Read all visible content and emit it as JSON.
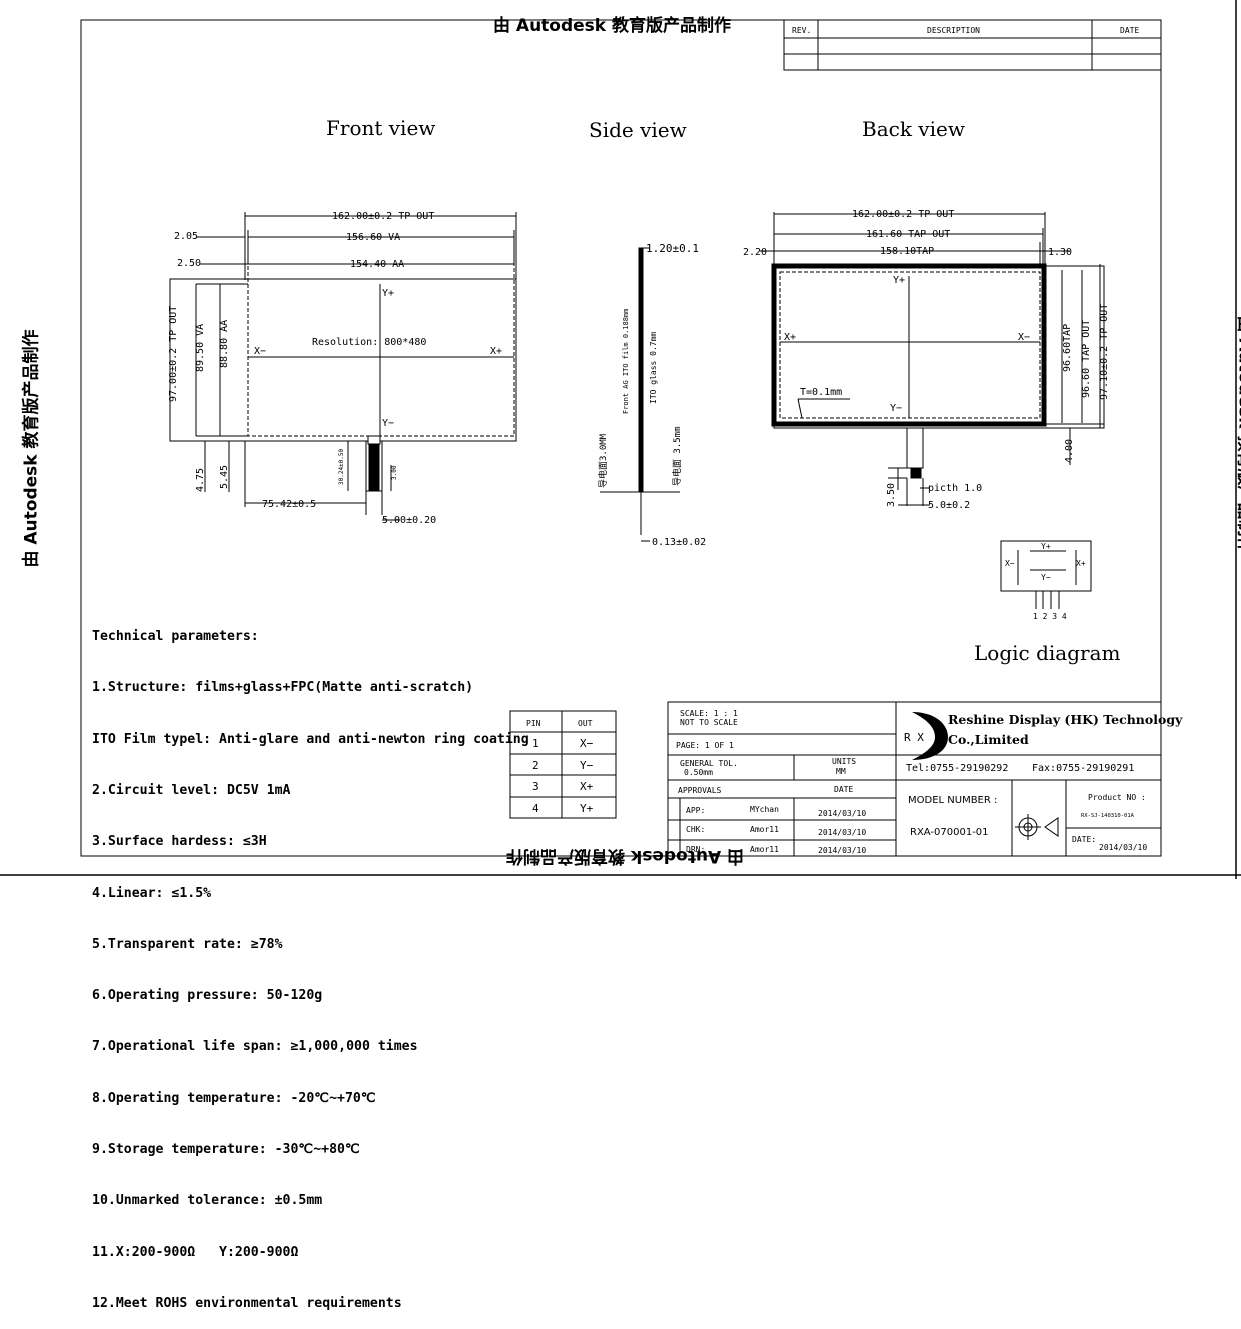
{
  "watermark": "由 Autodesk 教育版产品制作",
  "revision_table": {
    "headers": [
      "REV.",
      "DESCRIPTION",
      "DATE"
    ]
  },
  "views": {
    "front": "Front view",
    "side": "Side view",
    "back": "Back view",
    "logic": "Logic diagram"
  },
  "front_dims": {
    "tp_out_w": "162.00±0.2 TP OUT",
    "va_w": "156.60 VA",
    "aa_w": "154.40 AA",
    "left_va": "2.05",
    "left_aa": "2.50",
    "tp_out_h": "97.00±0.2 TP OUT",
    "va_h": "89.50 VA",
    "aa_h": "88.80 AA",
    "bot_1": "4.75",
    "bot_2": "5.45",
    "fpc_pos": "75.42±0.5",
    "fpc_w": "5.00±0.20",
    "fpc_len": "30.24±0.50",
    "fpc_small": "3.00",
    "resolution": "Resolution: 800*480",
    "yp": "Y+",
    "ym": "Y−",
    "xm": "X−",
    "xp": "X+"
  },
  "side_dims": {
    "t1": "1.20±0.1",
    "t2": "0.13±0.02",
    "film": "Front AG ITO film 0.188mm",
    "glass": "ITO glass 0.7mm",
    "tape1": "导电面3.0MM",
    "tape2": "导电面 3.5mm"
  },
  "back_dims": {
    "tp_out_w": "162.00±0.2 TP OUT",
    "tap_out_w": "161.60 TAP OUT",
    "tap_w": "158.10TAP",
    "left": "2.20",
    "right": "1.30",
    "tap_h": "96.60TAP",
    "tap_out_h": "96.60 TAP OUT",
    "tp_out_h": "97.10±0.2 TP OUT",
    "bot": "4.00",
    "tail": "3.50",
    "pitch": "picth 1.0",
    "fpc_w": "5.0±0.2",
    "thickness": "T=0.1mm",
    "yp": "Y+",
    "ym": "Y−",
    "xm": "X−",
    "xp": "X+"
  },
  "logic": {
    "yp": "Y+",
    "ym": "Y−",
    "xm": "X−",
    "xp": "X+",
    "pins": "1 2 3 4"
  },
  "parameters": [
    "Technical parameters:",
    "1.Structure: films+glass+FPC(Matte anti-scratch)",
    "ITO Film typel: Anti-glare and anti-newton ring coating",
    "2.Circuit level: DC5V 1mA",
    "3.Surface hardess: ≤3H",
    "4.Linear: ≤1.5%",
    "5.Transparent rate: ≥78%",
    "6.Operating pressure: 50-120g",
    "7.Operational life span: ≥1,000,000 times",
    "8.Operating temperature: -20℃~+70℃",
    "9.Storage temperature: -30℃~+80℃",
    "10.Unmarked tolerance: ±0.5mm",
    "11.X:200-900Ω   Y:200-900Ω",
    "12.Meet ROHS environmental requirements"
  ],
  "pin_table": {
    "headers": [
      "PIN",
      "OUT"
    ],
    "rows": [
      [
        "1",
        "X−"
      ],
      [
        "2",
        "Y−"
      ],
      [
        "3",
        "X+"
      ],
      [
        "4",
        "Y+"
      ]
    ]
  },
  "title_block": {
    "scale": "SCALE: 1 : 1",
    "not_to_scale": "NOT TO SCALE",
    "page": "PAGE:  1 OF 1",
    "general_tol": "GENERAL TOL.",
    "tol_value": "0.50mm",
    "units": "UNITS",
    "units_value": "MM",
    "approvals": "APPROVALS",
    "date_header": "DATE",
    "app_label": "APP:",
    "app_name": "MYchan",
    "app_date": "2014/03/10",
    "chk_label": "CHK:",
    "chk_name": "Amor11",
    "chk_date": "2014/03/10",
    "drn_label": "DRN:",
    "drn_name": "Amor11",
    "drn_date": "2014/03/10",
    "logo_letters": "R X",
    "company_line1": "Reshine Display (HK) Technology",
    "company_line2": "Co.,Limited",
    "tel": "Tel:0755-29190292",
    "fax": "Fax:0755-29190291",
    "model_label": "MODEL NUMBER :",
    "model_value": "RXA-070001-01",
    "product_label": "Product NO :",
    "product_value": "RX-SJ-140310-01A",
    "date_label": "DATE:",
    "date_value": "2014/03/10"
  }
}
